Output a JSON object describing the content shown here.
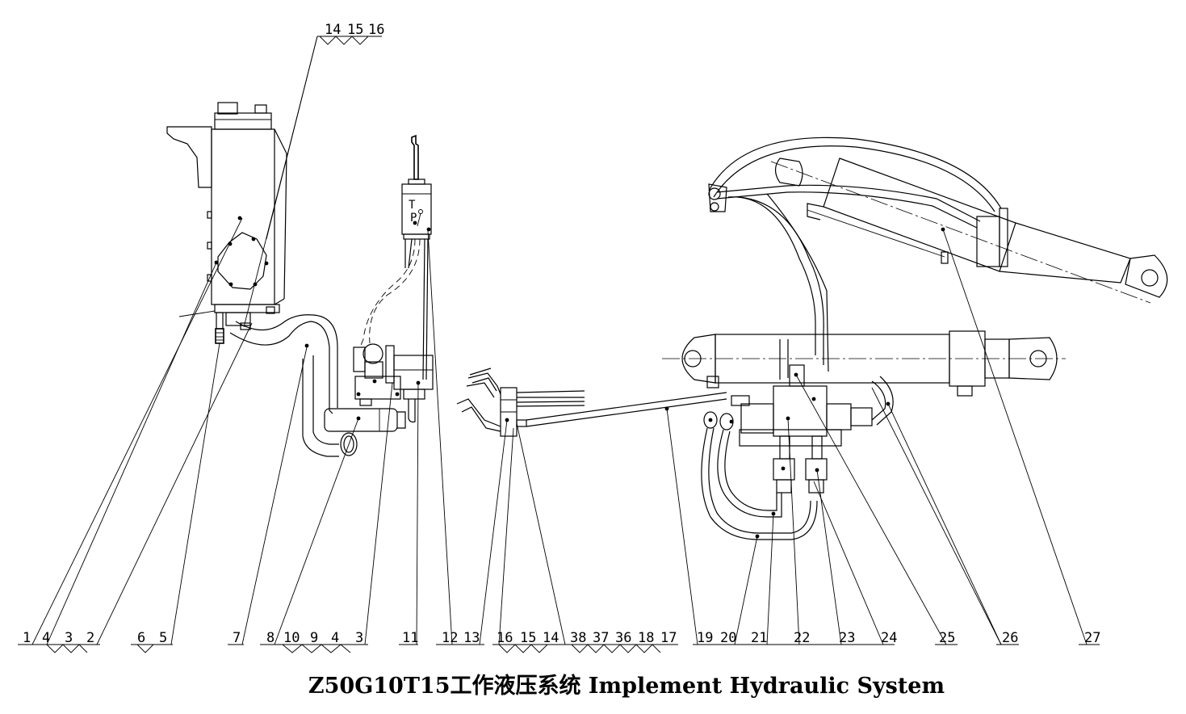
{
  "title": "Z50G10T15工作液压系统  Implement Hydraulic System",
  "callouts": {
    "c1": "1",
    "c4a": "4",
    "c3a": "3",
    "c2": "2",
    "c6": "6",
    "c5": "5",
    "c7": "7",
    "c8": "8",
    "c10": "10",
    "c9": "9",
    "c4b": "4",
    "c3b": "3",
    "c11": "11",
    "c12": "12",
    "c13": "13",
    "c16": "16",
    "c15": "15",
    "c14": "14",
    "c38": "38",
    "c37": "37",
    "c36": "36",
    "c18": "18",
    "c17": "17",
    "c19": "19",
    "c20": "20",
    "c21": "21",
    "c22": "22",
    "c23": "23",
    "c24": "24",
    "c25": "25",
    "c26": "26",
    "c27": "27",
    "t14": "14",
    "t15": "15",
    "t16": "16"
  },
  "valve_letters": {
    "t": "T",
    "p": "P"
  }
}
